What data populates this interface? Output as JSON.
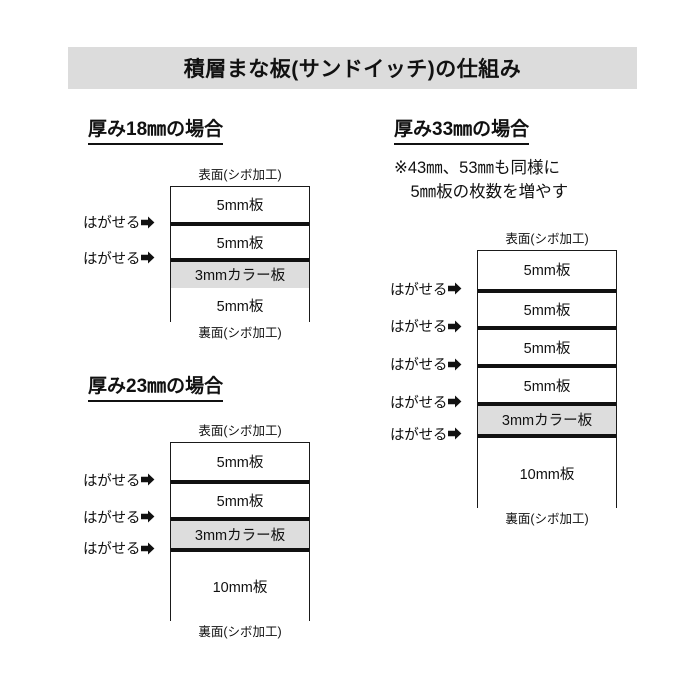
{
  "title": {
    "text": "積層まな板(サンドイッチ)の仕組み",
    "background": "#dcdcdc"
  },
  "labels": {
    "top_face": "表面(シボ加工)",
    "bottom_face": "裏面(シボ加工)",
    "peelable": "はがせる",
    "arrow_icon": "right-arrow-icon"
  },
  "colors": {
    "color_layer": "#dddddd",
    "line": "#111111",
    "page_background": "#ffffff"
  },
  "sections": [
    {
      "id": "thickness-18",
      "heading": "厚み18㎜の場合",
      "note": "",
      "top_face": "表面(シボ加工)",
      "bottom_face": "裏面(シボ加工)",
      "layers": [
        {
          "label": "5mm板",
          "color": false,
          "peelable_above": false
        },
        {
          "label": "5mm板",
          "color": false,
          "peelable_above": true
        },
        {
          "label": "3mmカラー板",
          "color": true,
          "peelable_above": true
        },
        {
          "label": "5mm板",
          "color": false,
          "peelable_above": false
        }
      ]
    },
    {
      "id": "thickness-23",
      "heading": "厚み23㎜の場合",
      "note": "",
      "top_face": "表面(シボ加工)",
      "bottom_face": "裏面(シボ加工)",
      "layers": [
        {
          "label": "5mm板",
          "color": false,
          "peelable_above": false
        },
        {
          "label": "5mm板",
          "color": false,
          "peelable_above": true
        },
        {
          "label": "3mmカラー板",
          "color": true,
          "peelable_above": true
        },
        {
          "label": "10mm板",
          "color": false,
          "peelable_above": true
        }
      ]
    },
    {
      "id": "thickness-33",
      "heading": "厚み33㎜の場合",
      "note": "※43㎜、53㎜も同様に\n　5㎜板の枚数を増やす",
      "top_face": "表面(シボ加工)",
      "bottom_face": "裏面(シボ加工)",
      "layers": [
        {
          "label": "5mm板",
          "color": false,
          "peelable_above": false
        },
        {
          "label": "5mm板",
          "color": false,
          "peelable_above": true
        },
        {
          "label": "5mm板",
          "color": false,
          "peelable_above": true
        },
        {
          "label": "5mm板",
          "color": false,
          "peelable_above": true
        },
        {
          "label": "3mmカラー板",
          "color": true,
          "peelable_above": true
        },
        {
          "label": "10mm板",
          "color": false,
          "peelable_above": true
        }
      ]
    }
  ]
}
